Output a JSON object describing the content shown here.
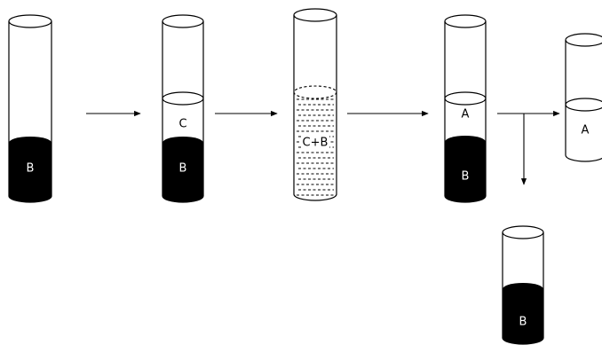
{
  "colors": {
    "dense_layer": "#000000",
    "light_layer": "#ffffff",
    "outline": "#000000"
  },
  "tubes": [
    {
      "id": "tube-1",
      "layers": [
        "B"
      ]
    },
    {
      "id": "tube-2",
      "layers": [
        "C",
        "B"
      ]
    },
    {
      "id": "tube-3",
      "layers": [
        "C+B"
      ],
      "state": "mixed"
    },
    {
      "id": "tube-4",
      "layers": [
        "A",
        "B"
      ]
    },
    {
      "id": "tube-5",
      "layers": [
        "A"
      ]
    },
    {
      "id": "tube-6",
      "layers": [
        "B"
      ]
    }
  ],
  "labels": {
    "tube1_bottom": "B",
    "tube2_top": "C",
    "tube2_bottom": "B",
    "tube3_mix": "C+B",
    "tube4_top": "A",
    "tube4_bottom": "B",
    "tube5_layer": "A",
    "tube6_bottom": "B"
  },
  "arrows": [
    "step-1",
    "step-2",
    "step-3",
    "step-4-right",
    "step-4-down"
  ]
}
